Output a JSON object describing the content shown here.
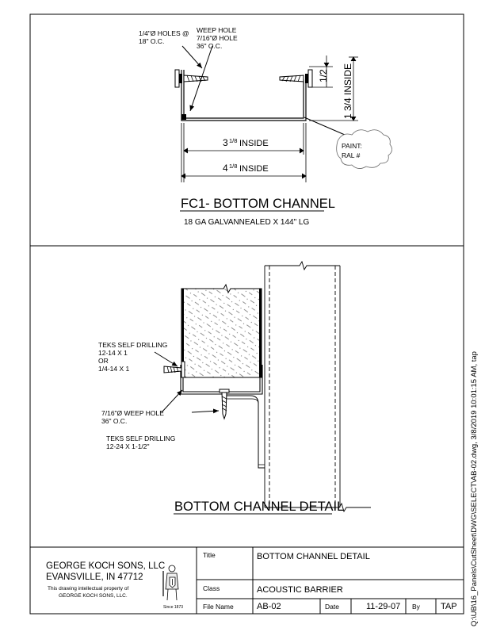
{
  "top_detail": {
    "holes_label_1": "1/4\"Ø HOLES @",
    "holes_label_2": "18\" O.C.",
    "weep_label_1": "WEEP HOLE",
    "weep_label_2": "7/16\"Ø HOLE",
    "weep_label_3": "36\" O.C.",
    "dim_half": "1/2",
    "dim_height": "1 3/4 INSIDE",
    "dim_inner_whole": "3",
    "dim_inner_frac": "1/8",
    "dim_inner_word": "INSIDE",
    "dim_outer_whole": "4",
    "dim_outer_frac": "1/8",
    "dim_outer_word": "INSIDE",
    "paint_label": "PAINT:",
    "ral_label": "RAL #",
    "title": "FC1- BOTTOM CHANNEL",
    "subtitle": "18 GA GALVANNEALED X 144\" LG"
  },
  "bottom_detail": {
    "teks_1_line1": "TEKS SELF DRILLING",
    "teks_1_line2": "12-14 X 1",
    "teks_1_line3": "OR",
    "teks_1_line4": "1/4-14 X 1",
    "weep_line1": "7/16\"Ø WEEP HOLE",
    "weep_line2": "36\" O.C.",
    "teks_2_line1": "TEKS SELF DRILLING",
    "teks_2_line2": "12-24 X 1-1/2\"",
    "title": "BOTTOM CHANNEL DETAIL"
  },
  "title_block": {
    "company": "GEORGE KOCH SONS, LLC",
    "city": "EVANSVILLE, IN 47712",
    "property_1": "This drawing intellectual property of",
    "property_2": "GEORGE KOCH SONS, LLC.",
    "since": "Since 1873",
    "title_label": "Title",
    "title_value": "BOTTOM CHANNEL DETAIL",
    "class_label": "Class",
    "class_value": "ACOUSTIC BARRIER",
    "file_label": "File Name",
    "file_value": "AB-02",
    "date_label": "Date",
    "date_value": "11-29-07",
    "by_label": "By",
    "by_value": "TAP"
  },
  "file_path": "Q:\\UB\\16_Panels\\CutSheet\\DWG\\SELECT\\AB-02.dwg, 3/8/2019 10:01:15 AM, tap"
}
